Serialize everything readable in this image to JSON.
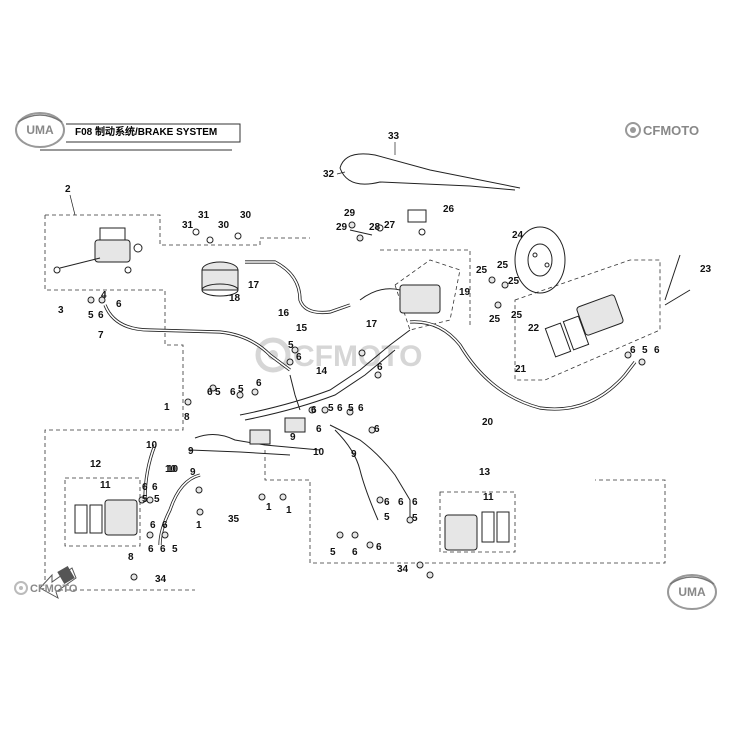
{
  "header": {
    "title": "F08 制动系统/BRAKE SYSTEM",
    "brand_left": "UMA",
    "brand_right": "CFMOTO",
    "watermark": "CFMOTO"
  },
  "footer": {
    "brand_left": "CFMOTO",
    "brand_right": "UMA"
  },
  "callouts": [
    "1",
    "2",
    "3",
    "4",
    "5",
    "6",
    "7",
    "8",
    "9",
    "10",
    "11",
    "12",
    "13",
    "14",
    "15",
    "16",
    "17",
    "18",
    "19",
    "20",
    "21",
    "22",
    "23",
    "24",
    "25",
    "26",
    "27",
    "28",
    "29",
    "30",
    "31",
    "32",
    "33",
    "34",
    "35"
  ],
  "colors": {
    "line": "#222222",
    "logo_gray": "#8a8a8a",
    "watermark": "#d6d6d6"
  }
}
